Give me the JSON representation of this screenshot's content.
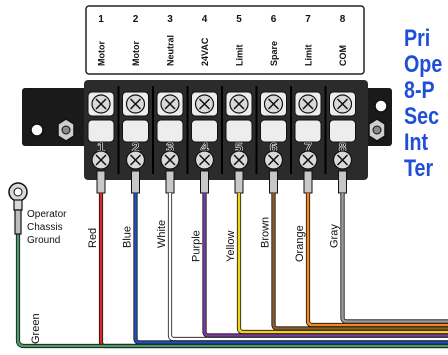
{
  "terminals": [
    {
      "number": "1",
      "function": "Motor",
      "wire_label": "Red",
      "wire_color": "#d62a2a"
    },
    {
      "number": "2",
      "function": "Motor",
      "wire_label": "Blue",
      "wire_color": "#1f4fb8"
    },
    {
      "number": "3",
      "function": "Neutral",
      "wire_label": "White",
      "wire_color": "#ffffff"
    },
    {
      "number": "4",
      "function": "24VAC",
      "wire_label": "Purple",
      "wire_color": "#7a3aa0"
    },
    {
      "number": "5",
      "function": "Limit",
      "wire_label": "Yellow",
      "wire_color": "#f2d21a"
    },
    {
      "number": "6",
      "function": "Spare",
      "wire_label": "Brown",
      "wire_color": "#8a5a2c"
    },
    {
      "number": "7",
      "function": "Limit",
      "wire_label": "Orange",
      "wire_color": "#f08a1e"
    },
    {
      "number": "8",
      "function": "COM",
      "wire_label": "Gray",
      "wire_color": "#9a9a9a"
    }
  ],
  "ground": {
    "label_line1": "Operator",
    "label_line2": "Chassis",
    "label_line3": "Ground",
    "wire_label": "Green",
    "wire_color": "#4c9a6a"
  },
  "title_lines": [
    "Pri",
    "Ope",
    "8-P",
    "Sec",
    "Int",
    "Ter"
  ],
  "colors": {
    "title": "#1f4fd6",
    "block_body": "#2b2b2b",
    "screw": "#d9d9d9"
  }
}
